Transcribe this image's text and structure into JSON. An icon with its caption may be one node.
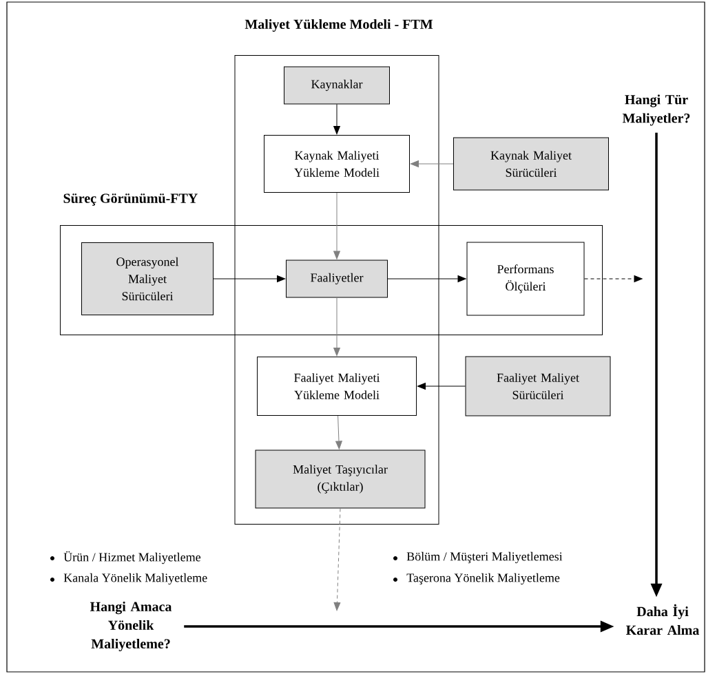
{
  "diagram": {
    "nodes": [
      {
        "text": [
          "Maliyet Yükleme Modeli - FTM"
        ]
      },
      {
        "text": [
          "Süreç Görünümü-FTY"
        ]
      },
      {
        "text": [
          "Kaynaklar"
        ],
        "in": 0
      },
      {
        "text": [
          "Kaynak Maliyeti Yükleme Modeli"
        ],
        "in": 0
      },
      {
        "text": [
          "Kaynak Maliyet Sürücüleri"
        ]
      },
      {
        "text": [
          "Operasyonel Maliyet Sürücüleri"
        ],
        "in": 1
      },
      {
        "text": [
          "Faaliyetler"
        ]
      },
      {
        "text": [
          "Performans Ölçüleri"
        ],
        "in": 1
      },
      {
        "text": [
          "Faaliyet Maliyeti Yükleme Modeli"
        ],
        "in": 0
      },
      {
        "text": [
          "Faaliyet Maliyet Sürücüleri"
        ]
      },
      {
        "text": [
          "Maliyet Taşıyıcılar (Çıktılar)"
        ],
        "in": 0
      },
      {
        "text": [
          "Hangi Tür Maliyetler?"
        ]
      },
      {
        "text": [
          "Hangi Amaca Yönelik Maliyetleme?"
        ]
      },
      {
        "text": [
          "Daha İyi Karar Alma"
        ]
      }
    ],
    "edges": [
      {
        "from": 2,
        "to": 3,
        "arrow": "to"
      },
      {
        "from": 4,
        "to": 3,
        "arrow": "to",
        "color": "#808080"
      },
      {
        "from": 3,
        "to": 6,
        "arrow": "to",
        "color": "#808080"
      },
      {
        "from": 5,
        "to": 6,
        "arrow": "to"
      },
      {
        "from": 6,
        "to": 7,
        "arrow": "to"
      },
      {
        "from": 7,
        "to": null,
        "arrow": "to",
        "style": "dashed"
      },
      {
        "from": 6,
        "to": 8,
        "arrow": "to",
        "color": "#808080"
      },
      {
        "from": 9,
        "to": 8,
        "arrow": "to"
      },
      {
        "from": 8,
        "to": 10,
        "arrow": "to",
        "color": "#808080"
      },
      {
        "from": 10,
        "to": null,
        "arrow": "to",
        "style": "dashed",
        "color": "#808080"
      },
      {
        "from": 11,
        "to": 13,
        "arrow": "to",
        "style": "thick"
      },
      {
        "from": 12,
        "to": 13,
        "arrow": "to",
        "style": "thick"
      }
    ],
    "labels": [
      "Ürün / Hizmet Maliyetleme",
      "Kanala Yönelik Maliyetleme",
      "Bölüm / Müşteri Maliyetlemesi",
      "Taşerona Yönelik Maliyetleme"
    ]
  }
}
